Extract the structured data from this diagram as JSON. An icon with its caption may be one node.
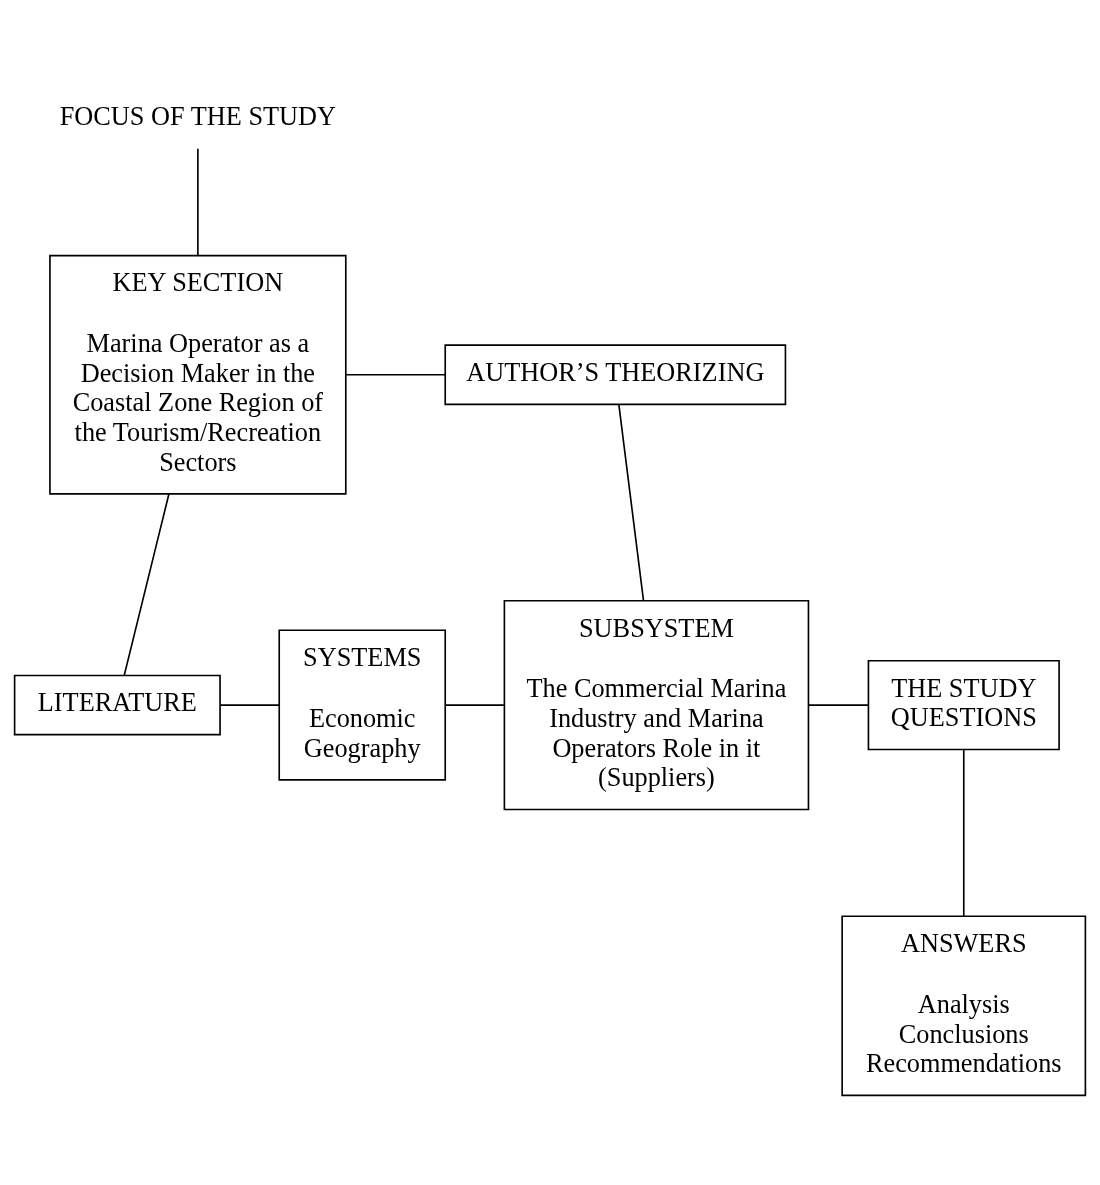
{
  "diagram": {
    "nodes": [
      {
        "text": [
          "FOCUS OF THE STUDY"
        ]
      },
      {
        "text": [
          "KEY SECTION",
          "Marina Operator as a Decision Maker in the Coastal Zone Region of the Tourism/Recreation Sectors"
        ]
      },
      {
        "text": [
          "AUTHOR’S THEORIZING"
        ]
      },
      {
        "text": [
          "LITERATURE"
        ]
      },
      {
        "text": [
          "SYSTEMS",
          "Economic Geography"
        ]
      },
      {
        "text": [
          "SUBSYSTEM",
          "The Commercial Marina Industry and Marina Operators Role in it (Suppliers)"
        ]
      },
      {
        "text": [
          "THE STUDY QUESTIONS"
        ]
      },
      {
        "text": [
          "ANSWERS",
          "Analysis",
          "Conclusions",
          "Recommendations"
        ]
      }
    ],
    "edges": [
      {
        "from": 0,
        "to": 1,
        "arrow": "none"
      },
      {
        "from": 1,
        "to": 2,
        "arrow": "none"
      },
      {
        "from": 1,
        "to": 3,
        "arrow": "none"
      },
      {
        "from": 2,
        "to": 5,
        "arrow": "none"
      },
      {
        "from": 3,
        "to": 4,
        "arrow": "none"
      },
      {
        "from": 4,
        "to": 5,
        "arrow": "none"
      },
      {
        "from": 5,
        "to": 6,
        "arrow": "none"
      },
      {
        "from": 6,
        "to": 7,
        "arrow": "none"
      }
    ]
  }
}
